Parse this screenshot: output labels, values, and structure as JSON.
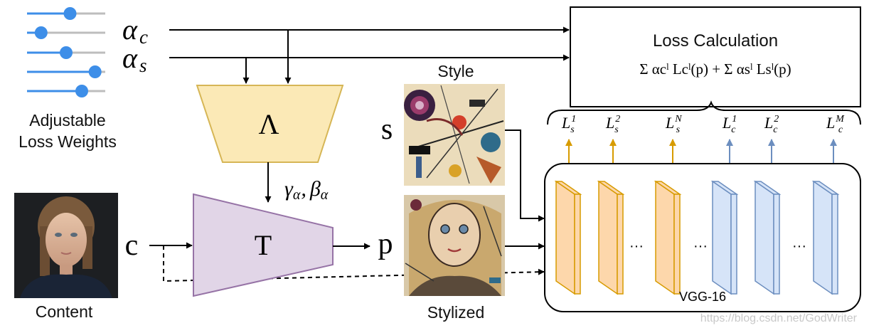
{
  "weights": {
    "caption_line1": "Adjustable",
    "caption_line2": "Loss Weights",
    "slider_levels": [
      0.55,
      0.18,
      0.5,
      0.87,
      0.7
    ],
    "slider_color": "#3d8ee8",
    "track_color": "#bdbdbd"
  },
  "alphas": {
    "content_symbol": "α",
    "content_subscript": "c",
    "style_symbol": "α",
    "style_subscript": "s"
  },
  "lambda_block": {
    "label": "Λ",
    "fill": "#fbe9b6",
    "stroke": "#d6b656"
  },
  "film_params": "γ, β",
  "film": {
    "gamma": "γ",
    "beta": "β",
    "subscript": "α",
    "comma": ","
  },
  "transform_block": {
    "label": "T",
    "fill": "#e1d5e7",
    "stroke": "#9673a6"
  },
  "symbols": {
    "content": "c",
    "style": "s",
    "output": "p"
  },
  "images": {
    "content_caption": "Content",
    "style_caption": "Style",
    "stylized_caption": "Stylized"
  },
  "loss_box": {
    "title": "Loss Calculation",
    "formula": "Σ αcˡ Lcˡ(p) + Σ αsˡ Lsˡ(p)"
  },
  "loss_terms": [
    {
      "base": "L",
      "sub": "s",
      "sup": "1",
      "color": "#d79b00"
    },
    {
      "base": "L",
      "sub": "s",
      "sup": "2",
      "color": "#d79b00"
    },
    {
      "base": "L",
      "sub": "s",
      "sup": "N",
      "color": "#d79b00"
    },
    {
      "base": "L",
      "sub": "c",
      "sup": "1",
      "color": "#6c8ebf"
    },
    {
      "base": "L",
      "sub": "c",
      "sup": "2",
      "color": "#6c8ebf"
    },
    {
      "base": "L",
      "sub": "c",
      "sup": "M",
      "color": "#6c8ebf"
    }
  ],
  "vgg": {
    "label": "VGG-16",
    "ellipsis": "···",
    "orange_fill": "#fdd7ab",
    "orange_stroke": "#d79b00",
    "blue_fill": "#d6e4f8",
    "blue_stroke": "#6c8ebf"
  },
  "watermark": "https://blog.csdn.net/GodWriter"
}
